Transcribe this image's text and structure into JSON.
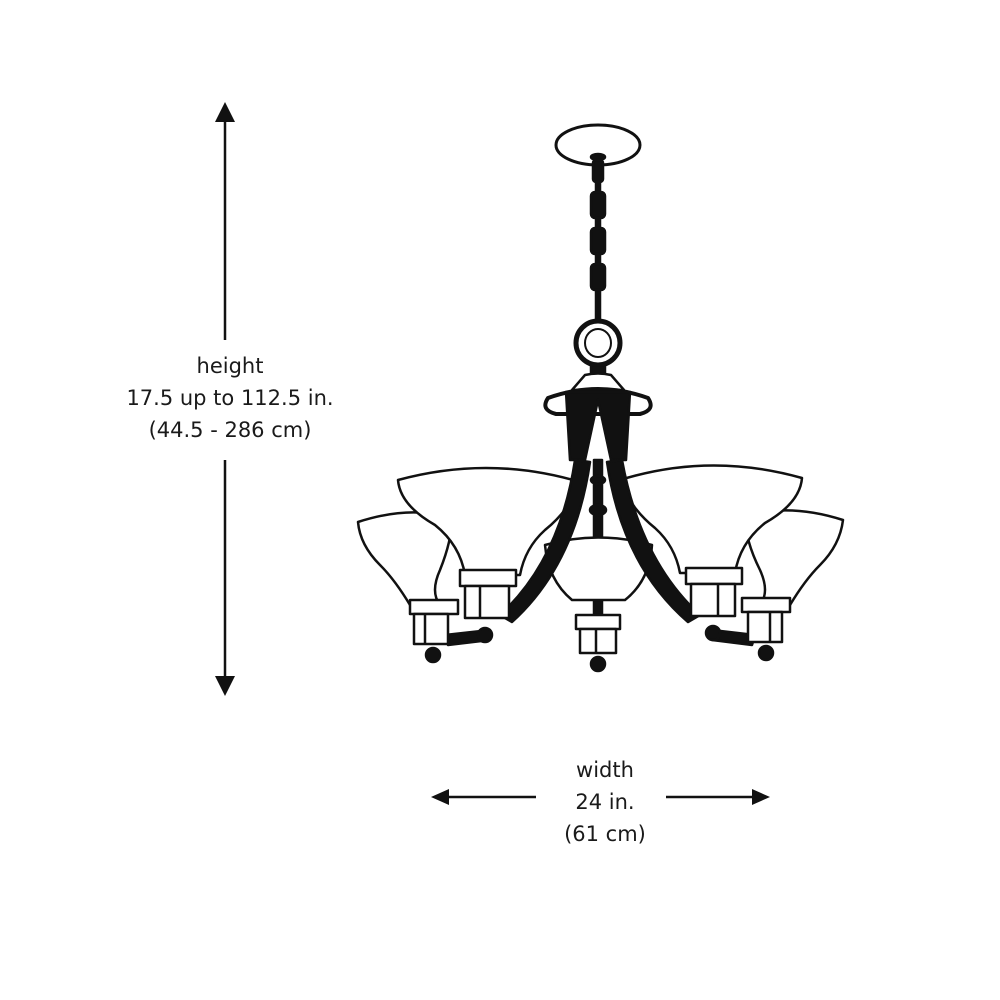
{
  "height_dimension": {
    "title": "height",
    "imperial": "17.5 up to 112.5 in.",
    "metric": "(44.5 - 286 cm)"
  },
  "width_dimension": {
    "title": "width",
    "imperial": "24 in.",
    "metric": "(61 cm)"
  },
  "illustration": {
    "subject": "5-light chandelier with chain, canopy and bell glass shades",
    "line_color": "#111111",
    "fill_color": "#ffffff",
    "shade_count": 5
  }
}
